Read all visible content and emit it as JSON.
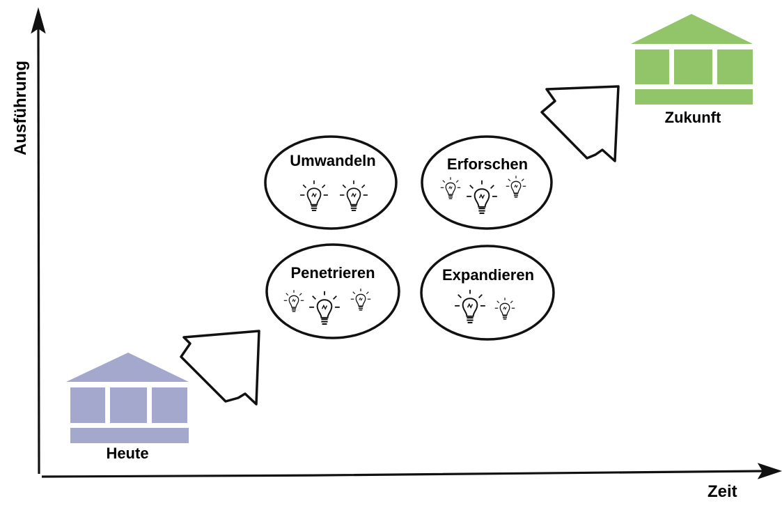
{
  "axes": {
    "x_label": "Zeit",
    "y_label": "Ausführung"
  },
  "nodes": {
    "start": {
      "label": "Heute",
      "color": "#A3A8CC"
    },
    "end": {
      "label": "Zukunft",
      "color": "#92C46A"
    }
  },
  "quadrants": [
    {
      "label": "Umwandeln",
      "bulbs": 2
    },
    {
      "label": "Erforschen",
      "bulbs": 3
    },
    {
      "label": "Penetrieren",
      "bulbs": 3
    },
    {
      "label": "Expandieren",
      "bulbs": 2
    }
  ],
  "icons": [
    "lightbulb-icon",
    "arrow-icon",
    "house-icon"
  ]
}
